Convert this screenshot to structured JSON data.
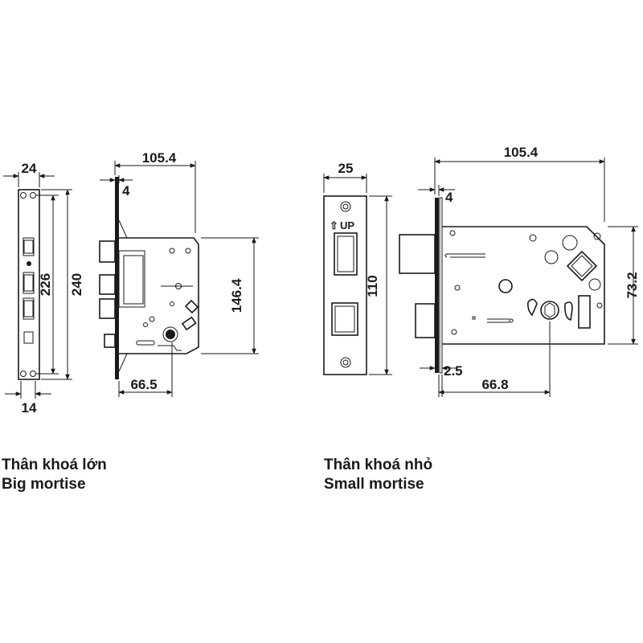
{
  "colors": {
    "ink": "#1a1a1a",
    "background": "#ffffff"
  },
  "big": {
    "caption_vi": "Thân khoá lớn",
    "caption_en": "Big mortise",
    "dims": {
      "face_width": "24",
      "hole_spacing": "226",
      "face_length": "240",
      "body_thickness": "14",
      "backset_total": "105.4",
      "face_thickness": "4",
      "body_height": "146.4",
      "backset": "66.5"
    }
  },
  "small": {
    "caption_vi": "Thân khoá nhỏ",
    "caption_en": "Small mortise",
    "up_label": "UP",
    "dims": {
      "face_width": "25",
      "face_length": "110",
      "backset_total": "105.4",
      "face_thickness": "4",
      "body_height": "73.2",
      "plate_offset": "2.5",
      "backset": "66.8"
    }
  }
}
